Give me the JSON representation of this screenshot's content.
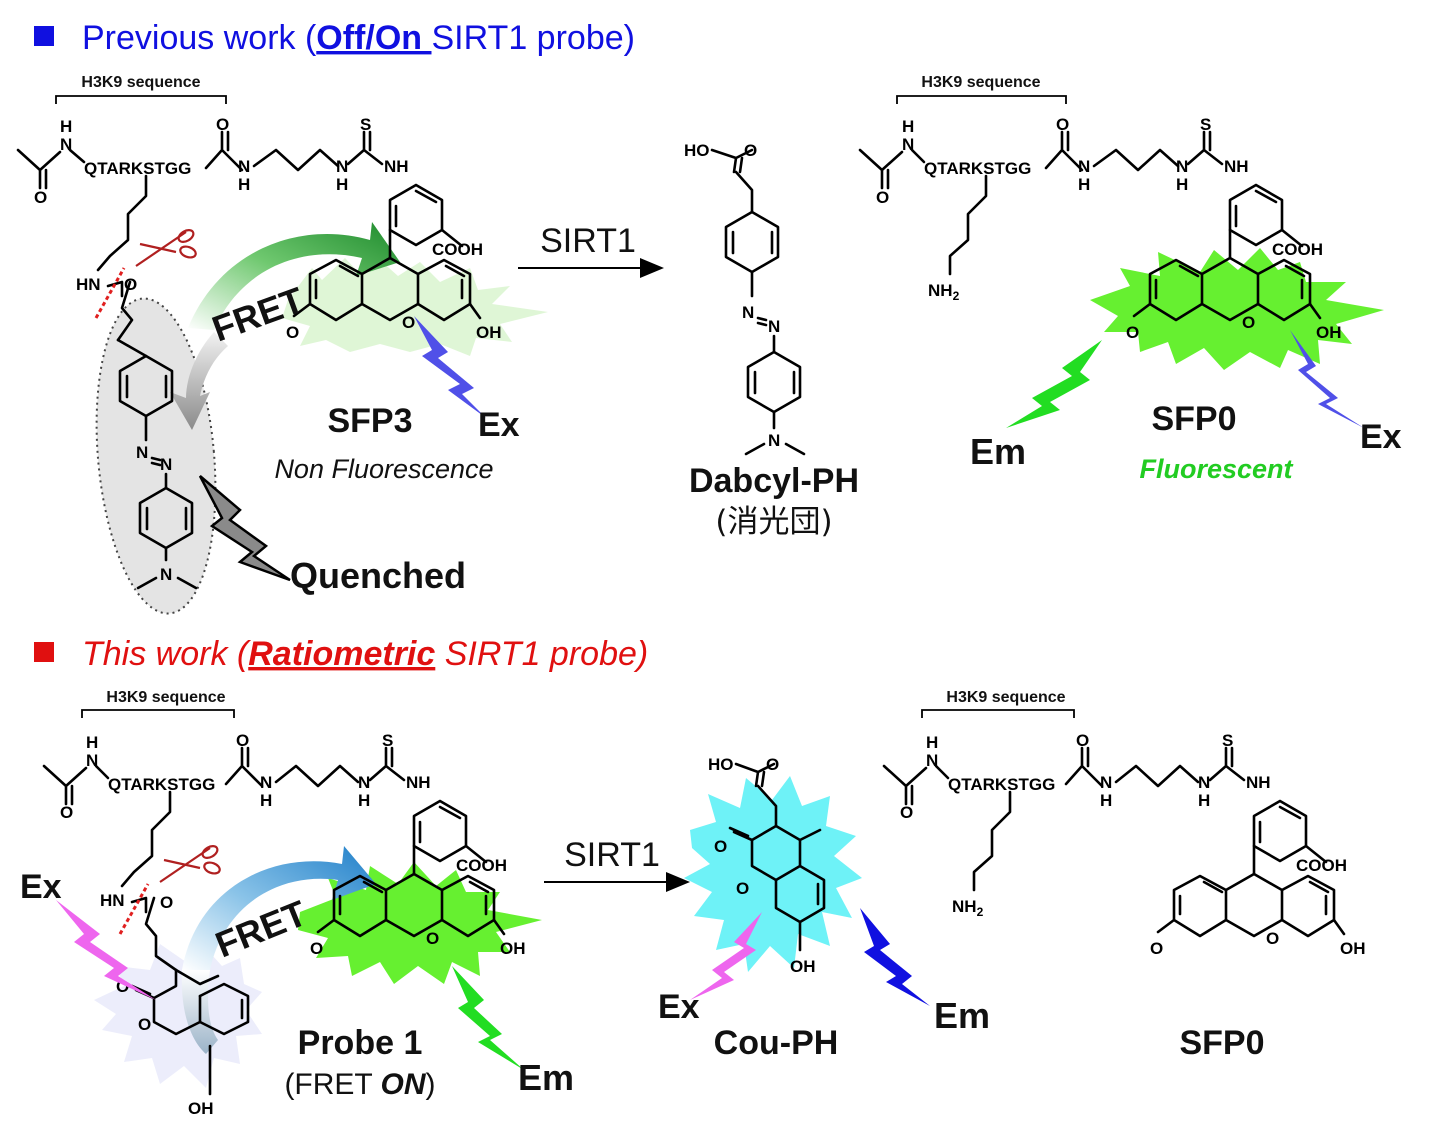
{
  "colors": {
    "blue": "#1010e0",
    "red": "#e01010",
    "green": "#22cc22",
    "violet": "#5555ee",
    "pink": "#ee66ee",
    "orange": "#ff9922",
    "cyan": "#6ef2f7",
    "lime": "#66f030"
  },
  "top": {
    "heading_prefix": "Previous work (",
    "heading_bold": "Off/On ",
    "heading_suffix": "SIRT1 probe)",
    "h3k9_left": "H3K9 sequence",
    "h3k9_right": "H3K9 sequence",
    "peptide_left": "QTARKSTGG",
    "peptide_right": "QTARKSTGG",
    "fret": "FRET",
    "ex_left": "Ex",
    "sfp3": "SFP3",
    "non_fluor": "Non Fluorescence",
    "quenched": "Quenched",
    "enzyme": "SIRT1",
    "dabcyl": "Dabcyl-PH",
    "quencher_jp": "(消光団)",
    "em": "Em",
    "sfp0": "SFP0",
    "fluorescent": "Fluorescent",
    "ex_right": "Ex"
  },
  "bottom": {
    "heading_prefix": "This work (",
    "heading_bold": "Ratiometric",
    "heading_suffix": " SIRT1 probe)",
    "h3k9_left": "H3K9 sequence",
    "h3k9_right": "H3K9 sequence",
    "peptide_left": "QTARKSTGG",
    "peptide_right": "QTARKSTGG",
    "ex_left": "Ex",
    "fret": "FRET",
    "probe": "Probe 1",
    "fret_on_prefix": "(FRET ",
    "fret_on_bold": "ON",
    "fret_on_suffix": ")",
    "em_left": "Em",
    "enzyme": "SIRT1",
    "ex_mid": "Ex",
    "cou": "Cou-PH",
    "em_mid": "Em",
    "sfp0": "SFP0"
  },
  "atoms": {
    "N": "N",
    "H": "H",
    "O": "O",
    "S": "S",
    "NH": "NH",
    "HN": "HN",
    "COOH": "COOH",
    "OH": "OH",
    "HO": "HO",
    "NH2": "NH",
    "sub2": "2"
  }
}
